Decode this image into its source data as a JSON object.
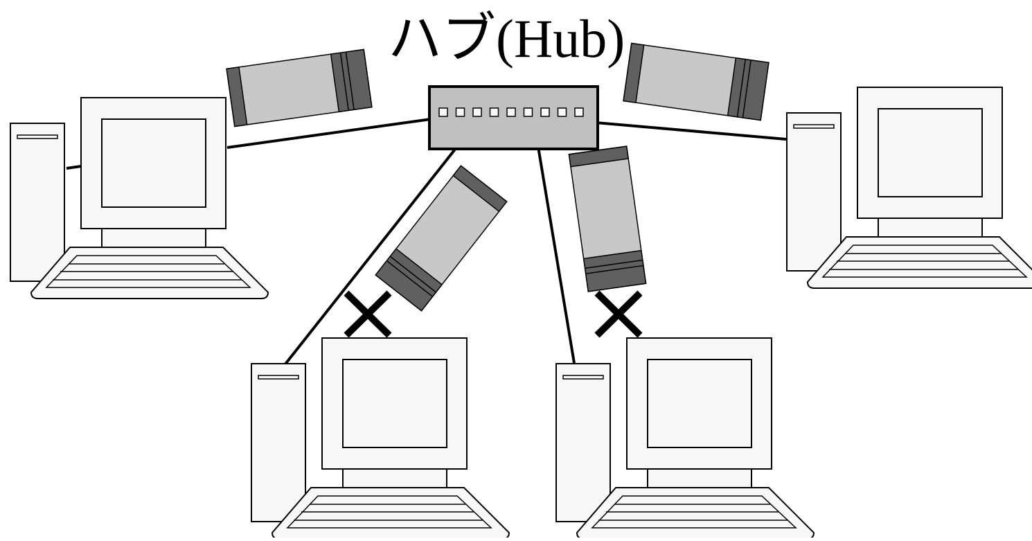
{
  "hub": {
    "label": "ハブ(Hub)",
    "ports": 9
  },
  "computers": [
    {
      "name": "computer-top-left",
      "connected": true
    },
    {
      "name": "computer-top-right",
      "connected": true
    },
    {
      "name": "computer-bottom-left",
      "connected": true
    },
    {
      "name": "computer-bottom-right",
      "connected": true
    }
  ],
  "packets": [
    {
      "name": "packet-top-left",
      "blocked": false
    },
    {
      "name": "packet-top-right",
      "blocked": false
    },
    {
      "name": "packet-bottom-left",
      "blocked": true
    },
    {
      "name": "packet-bottom-right",
      "blocked": true
    }
  ],
  "colors": {
    "line": "#000000",
    "computer_fill": "#f8f8f8",
    "hub_fill": "#c0c0c0",
    "packet_body": "#c8c8c8",
    "packet_band": "#606060",
    "blocked_mark": "#000000"
  }
}
